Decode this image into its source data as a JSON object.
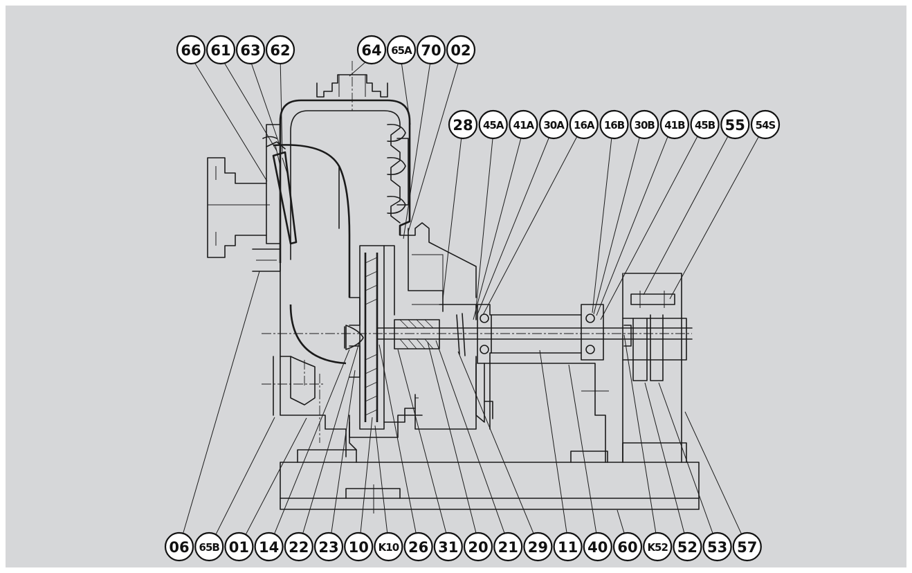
{
  "callouts": {
    "top_left": [
      "66",
      "61",
      "63",
      "62"
    ],
    "top_middle": [
      "64",
      "65A",
      "70",
      "02"
    ],
    "right_row": [
      "28",
      "45A",
      "41A",
      "30A",
      "16A",
      "16B",
      "30B",
      "41B",
      "45B",
      "55",
      "54S"
    ],
    "bottom_row": [
      "06",
      "65B",
      "01",
      "14",
      "22",
      "23",
      "10",
      "K10",
      "26",
      "31",
      "20",
      "21",
      "29",
      "11",
      "40",
      "60",
      "K52",
      "52",
      "53",
      "57"
    ]
  }
}
